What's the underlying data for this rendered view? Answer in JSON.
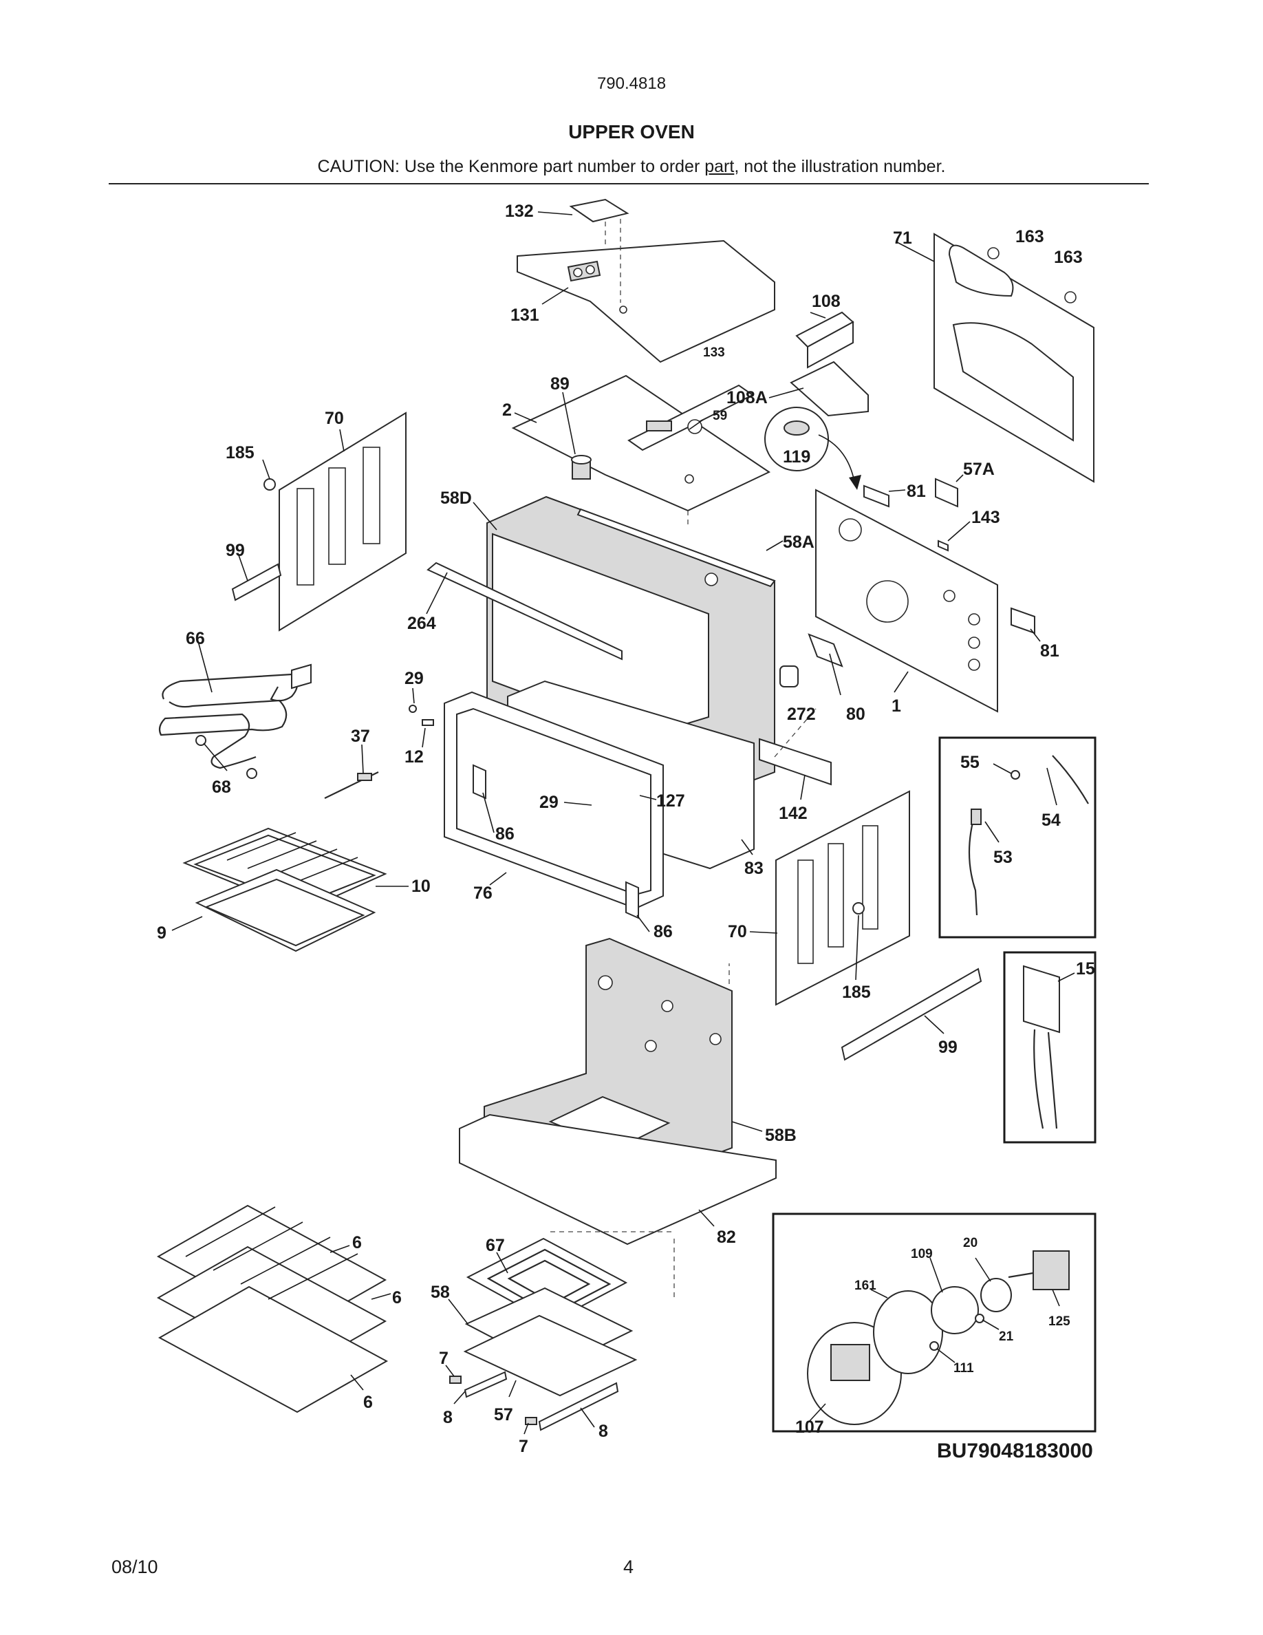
{
  "header": {
    "model_number": "790.4818",
    "section_title": "UPPER OVEN",
    "caution_prefix": "CAUTION: Use the Kenmore part number to order ",
    "caution_underlined": "part",
    "caution_suffix": ", not the illustration number."
  },
  "diagram": {
    "code": "BU79048183000",
    "labels": {
      "l132": "132",
      "l131": "131",
      "l163a": "163",
      "l163b": "163",
      "l71": "71",
      "l108": "108",
      "l133": "133",
      "l108a": "108A",
      "l89": "89",
      "l2": "2",
      "l59": "59",
      "l70a": "70",
      "l185a": "185",
      "l119": "119",
      "l81a": "81",
      "l57a": "57A",
      "l143": "143",
      "l58d": "58D",
      "l58a": "58A",
      "l99a": "99",
      "l264": "264",
      "l81b": "81",
      "l66": "66",
      "l29a": "29",
      "l272": "272",
      "l80": "80",
      "l1": "1",
      "l37": "37",
      "l12": "12",
      "l68": "68",
      "l55": "55",
      "l54": "54",
      "l142": "142",
      "l29b": "29",
      "l127": "127",
      "l53": "53",
      "l86a": "86",
      "l83": "83",
      "l10": "10",
      "l76": "76",
      "l9": "9",
      "l86b": "86",
      "l70b": "70",
      "l15": "15",
      "l185b": "185",
      "l99b": "99",
      "l58b": "58B",
      "l6a": "6",
      "l6b": "6",
      "l6c": "6",
      "l82": "82",
      "l67": "67",
      "l58": "58",
      "l7a": "7",
      "l8a": "8",
      "l57": "57",
      "l7b": "7",
      "l8b": "8",
      "l109": "109",
      "l20": "20",
      "l161": "161",
      "l21": "21",
      "l125": "125",
      "l111": "111",
      "l107": "107"
    }
  },
  "footer": {
    "date": "08/10",
    "page_number": "4"
  }
}
